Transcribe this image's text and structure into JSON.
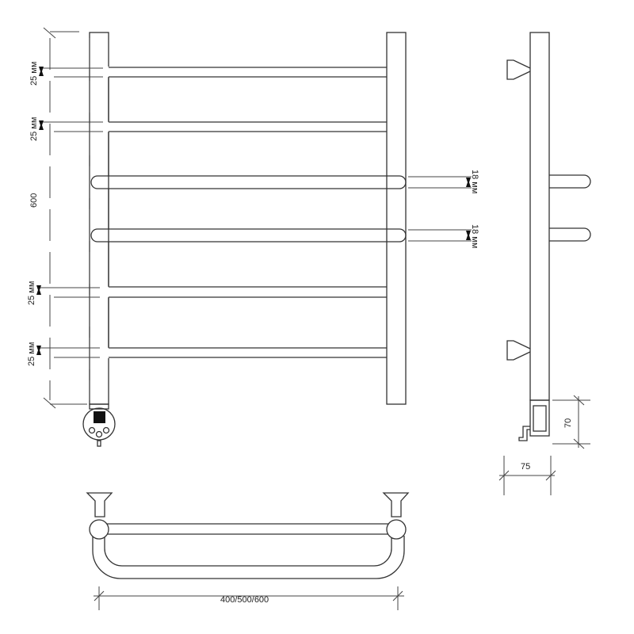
{
  "front_view": {
    "dim_gap_labels": [
      "25 мм",
      "25 мм",
      "25 мм",
      "25 мм"
    ],
    "dim_height_label": "600",
    "dim_round_bar_labels": [
      "18 мм",
      "18 мм"
    ]
  },
  "side_view": {
    "dim_connector_height": "70",
    "dim_depth": "75"
  },
  "top_view": {
    "dim_width_label": "400/500/600"
  }
}
